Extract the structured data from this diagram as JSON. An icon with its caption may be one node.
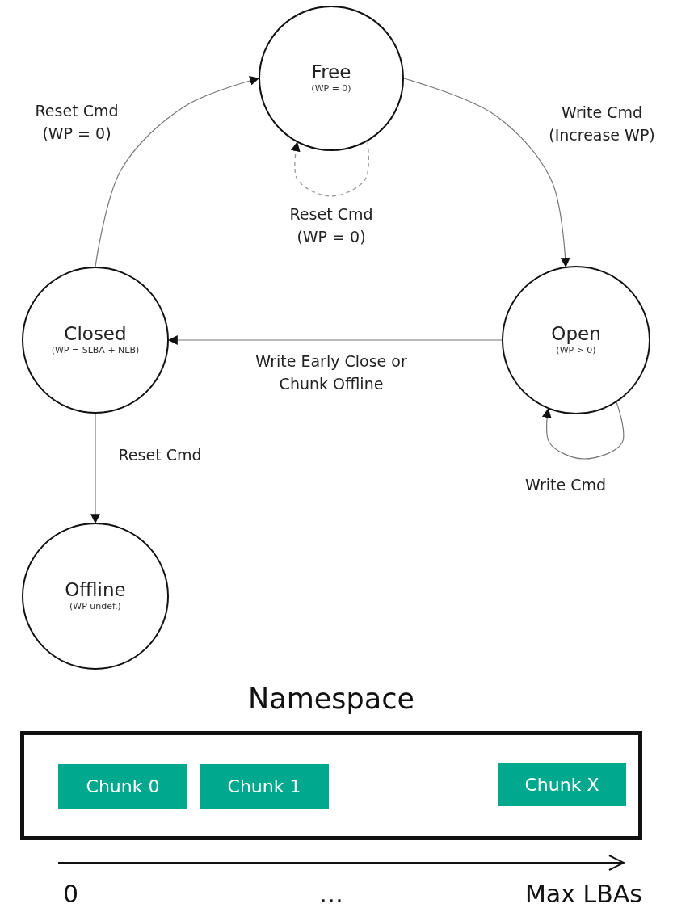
{
  "diagram": {
    "nodes": [
      {
        "text": [
          "Free",
          "(WP = 0)"
        ]
      },
      {
        "text": [
          "Open",
          "(WP > 0)"
        ]
      },
      {
        "text": [
          "Closed",
          "(WP = SLBA + NLB)"
        ]
      },
      {
        "text": [
          "Offline",
          "(WP undef.)"
        ]
      },
      {
        "text": [
          "Namespace"
        ]
      },
      {
        "text": [
          "Chunk 0"
        ],
        "in": 4
      },
      {
        "text": [
          "Chunk 1"
        ],
        "in": 4
      },
      {
        "text": [
          "Chunk X"
        ],
        "in": 4
      }
    ],
    "edges": [
      {
        "from": 2,
        "to": 0,
        "arrow": "to",
        "label": "Reset Cmd (WP = 0)"
      },
      {
        "from": 0,
        "to": 0,
        "arrow": "to",
        "label": "Reset Cmd (WP = 0)",
        "style": "dashed"
      },
      {
        "from": 0,
        "to": 1,
        "arrow": "to",
        "label": "Write Cmd (Increase WP)"
      },
      {
        "from": 1,
        "to": 2,
        "arrow": "to",
        "label": "Write Early Close or Chunk Offline"
      },
      {
        "from": 1,
        "to": 1,
        "arrow": "to",
        "label": "Write Cmd"
      },
      {
        "from": 2,
        "to": 3,
        "arrow": "to",
        "label": "Reset Cmd"
      }
    ],
    "labels": [
      "0",
      "…",
      "Max LBAs"
    ]
  }
}
